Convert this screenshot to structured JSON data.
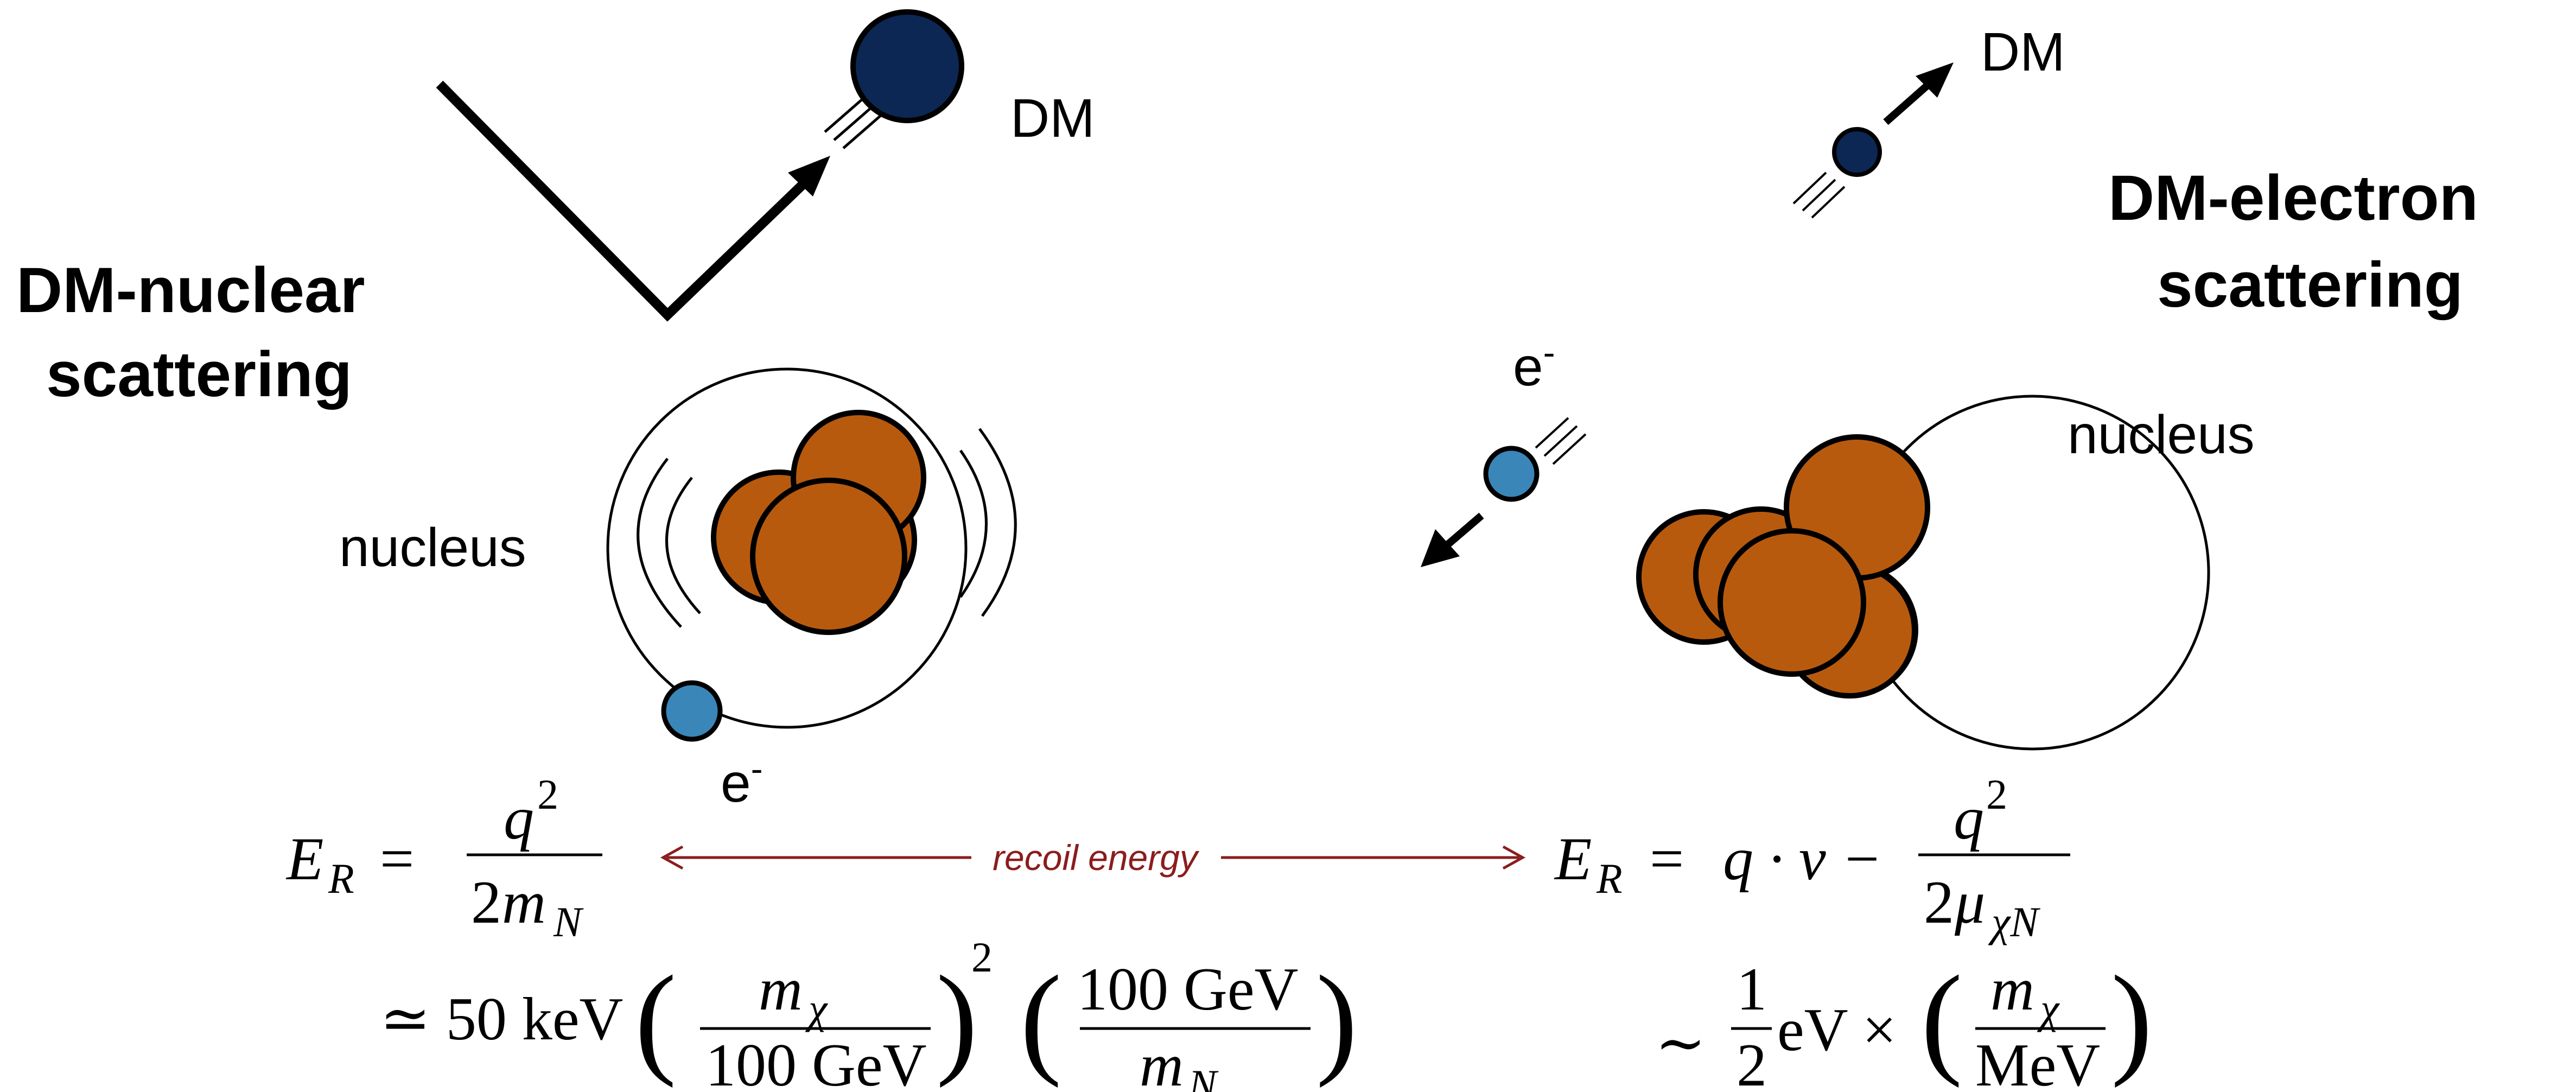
{
  "left_panel": {
    "title_line1": "DM-nuclear",
    "title_line2": "scattering",
    "dm_label": "DM",
    "nucleus_label": "nucleus",
    "electron_label": "e",
    "electron_sup": "-"
  },
  "right_panel": {
    "title_line1": "DM-electron",
    "title_line2": "scattering",
    "dm_label": "DM",
    "nucleus_label": "nucleus",
    "electron_label": "e",
    "electron_sup": "-"
  },
  "recoil_label": "recoil energy",
  "colors": {
    "dm_particle": "#0c2753",
    "nucleon": "#b85a0e",
    "electron": "#3a86b8",
    "recoil_arrow": "#8b1d1d"
  },
  "equations": {
    "left_line1": {
      "lhs": "E",
      "lhs_sub": "R",
      "num": "q",
      "num_sup": "2",
      "den": "2m",
      "den_sub": "N"
    },
    "left_line2": {
      "approx": "≃ 50 keV",
      "f1_num": "m",
      "f1_num_sub": "χ",
      "f1_den": "100 GeV",
      "exponent": "2",
      "f2_num": "100 GeV",
      "f2_den": "m",
      "f2_den_sub": "N"
    },
    "right_line1": {
      "lhs": "E",
      "lhs_sub": "R",
      "dot": "q · v −",
      "num": "q",
      "num_sup": "2",
      "den": "2μ",
      "den_sub": "χN"
    },
    "right_line2": {
      "sim": "∼",
      "half_num": "1",
      "half_den": "2",
      "unit": "eV ×",
      "f_num": "m",
      "f_num_sub": "χ",
      "f_den": "MeV"
    }
  }
}
